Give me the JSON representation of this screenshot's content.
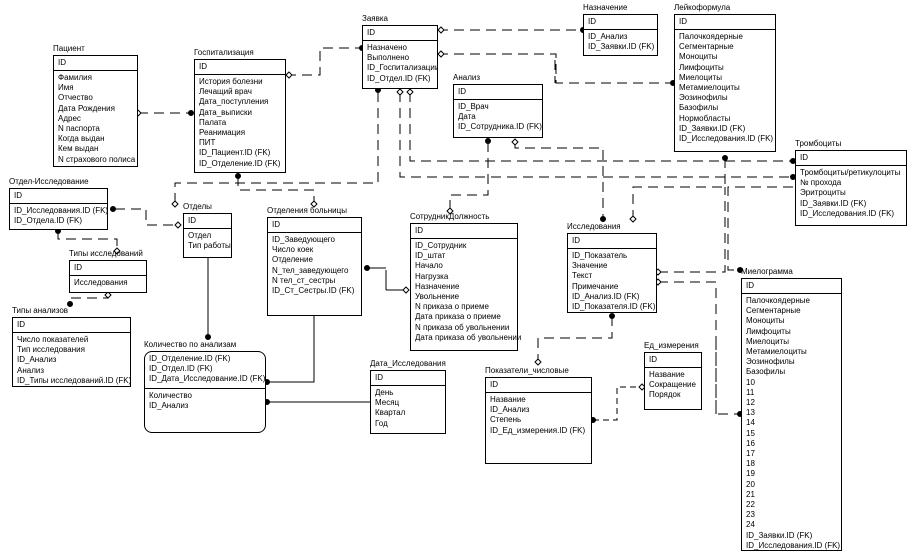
{
  "diagram": {
    "type": "ER diagram",
    "entities": {
      "patient": {
        "title": "Пациент",
        "pk": [
          "ID"
        ],
        "attrs": [
          "Фамилия",
          "Имя",
          "Отчество",
          "Дата Рождения",
          "Адрес",
          "N паспорта",
          "Когда выдан",
          "Кем выдан",
          "N страхового полиса"
        ]
      },
      "hospitalization": {
        "title": "Госпитализация",
        "pk": [
          "ID"
        ],
        "attrs": [
          "История болезни",
          "Лечащий врач",
          "Дата_поступления",
          "Дата_выписки",
          "Палата",
          "Реанимация",
          "ПИТ",
          "ID_Пациент.ID (FK)",
          "ID_Отделение.ID (FK)"
        ]
      },
      "request": {
        "title": "Заявка",
        "pk": [
          "ID"
        ],
        "attrs": [
          "Назначено",
          "Выполнено",
          "ID_Госпитализации",
          "ID_Отдел.ID (FK)"
        ]
      },
      "assignment": {
        "title": "Назначение",
        "pk": [
          "ID"
        ],
        "attrs": [
          "ID_Анализ",
          "ID_Заявки.ID (FK)"
        ]
      },
      "leukoformula": {
        "title": "Лейкоформула",
        "pk": [
          "ID"
        ],
        "attrs": [
          "Палочкоядерные",
          "Сегментарные",
          "Моноциты",
          "Лимфоциты",
          "Миелоциты",
          "Метамиелоциты",
          "Эозинофилы",
          "Базофилы",
          "Нормобласты",
          "ID_Заявки.ID (FK)",
          "ID_Исследования.ID (FK)"
        ]
      },
      "analysis": {
        "title": "Анализ",
        "pk": [
          "ID"
        ],
        "attrs": [
          "ID_Врач",
          "Дата",
          "ID_Сотрудника.ID (FK)"
        ]
      },
      "platelets": {
        "title": "Тромбоциты",
        "pk": [
          "ID"
        ],
        "attrs": [
          "Тромбоциты/ретикулоциты",
          "№ прохода",
          "Эритроциты",
          "ID_Заявки.ID (FK)",
          "ID_Исследования.ID (FK)"
        ]
      },
      "dept_research": {
        "title": "Отдел-Исследование",
        "pk": [
          "ID"
        ],
        "attrs": [
          "ID_Исследования.ID (FK)",
          "ID_Отдела.ID (FK)"
        ]
      },
      "departments": {
        "title": "Отделы",
        "pk": [
          "ID"
        ],
        "attrs": [
          "Отдел",
          "Тип работы"
        ]
      },
      "hospital_depts": {
        "title": "Отделения больницы",
        "pk": [
          "ID"
        ],
        "attrs": [
          "ID_Заведующего",
          "Число коек",
          "Отделение",
          "N_тел_заведующего",
          "N тел_ст_сестры",
          "ID_Ст_Сестры.ID (FK)"
        ]
      },
      "employee_position": {
        "title": "СотрудникДолжность",
        "pk": [
          "ID"
        ],
        "attrs": [
          "ID_Сотрудник",
          "ID_штат",
          "Начало",
          "Нагрузка",
          "Назначение",
          "Увольнение",
          "N приказа о приеме",
          "Дата приказа о приеме",
          "N приказа об увольнении",
          "Дата приказа об увольнении"
        ]
      },
      "research": {
        "title": "Исследования",
        "pk": [
          "ID"
        ],
        "attrs": [
          "ID_Показатель",
          "Значение",
          "Текст",
          "Примечание",
          "ID_Анализ.ID (FK)",
          "ID_Показателя.ID (FK)"
        ]
      },
      "research_types": {
        "title": "Типы исследований",
        "pk": [
          "ID"
        ],
        "attrs": [
          "Исследования"
        ]
      },
      "analysis_types": {
        "title": "Типы анализов",
        "pk": [
          "ID"
        ],
        "attrs": [
          "Число показателей",
          "Тип исследования",
          "ID_Анализ",
          "Анализ",
          "ID_Типы исследований.ID (FK)"
        ]
      },
      "count_by_analysis": {
        "title": "Количество по анализам",
        "pk": [
          "ID_Отделение.ID (FK)",
          "ID_Отдел.ID (FK)",
          "ID_Дата_Исследование.ID (FK)"
        ],
        "attrs": [
          "Количество",
          "ID_Анализ"
        ]
      },
      "research_date": {
        "title": "Дата_Исследования",
        "pk": [
          "ID"
        ],
        "attrs": [
          "День",
          "Месяц",
          "Квартал",
          "Год"
        ]
      },
      "numeric_indicators": {
        "title": "Показатели_числовые",
        "pk": [
          "ID"
        ],
        "attrs": [
          "Название",
          "ID_Анализ",
          "Степень",
          "ID_Ед_измерения.ID (FK)"
        ]
      },
      "units": {
        "title": "Ед_измерения",
        "pk": [
          "ID"
        ],
        "attrs": [
          "Название",
          "Сокращение",
          "Порядок"
        ]
      },
      "myelogram": {
        "title": "Миелограмма",
        "pk": [
          "ID"
        ],
        "attrs": [
          "Палочкоядерные",
          "Сегментарные",
          "Моноциты",
          "Лимфоциты",
          "Миелоциты",
          "Метамиелоциты",
          "Эозинофилы",
          "Базофилы",
          "10",
          "11",
          "12",
          "13",
          "14",
          "15",
          "16",
          "17",
          "18",
          "19",
          "20",
          "21",
          "22",
          "23",
          "24",
          "ID_Заявки.ID (FK)",
          "ID_Исследования.ID (FK)"
        ]
      }
    }
  }
}
